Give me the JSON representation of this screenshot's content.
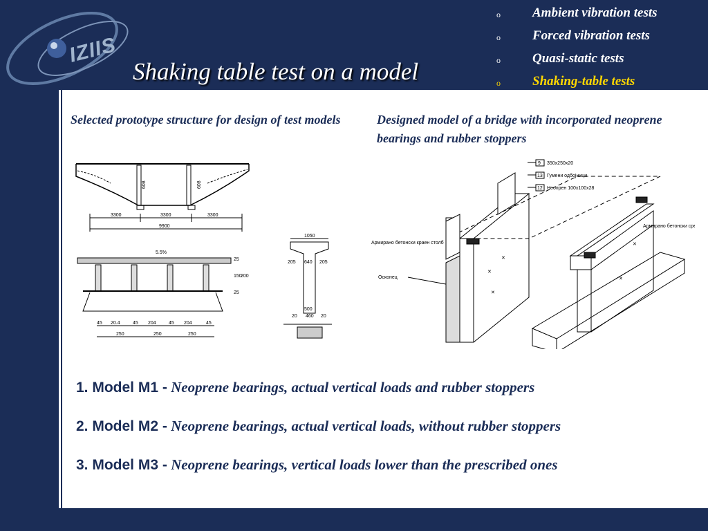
{
  "header": {
    "logo_text": "IZIIS",
    "title": "Shaking table test on a model"
  },
  "nav": {
    "bullet": "o",
    "items": [
      {
        "label": "Ambient vibration tests"
      },
      {
        "label": "Forced vibration tests"
      },
      {
        "label": "Quasi-static tests"
      },
      {
        "label": "Shaking-table tests"
      }
    ]
  },
  "captions": {
    "left": "Selected prototype structure for design of test models",
    "right": "Designed model of a bridge with incorporated neoprene bearings and rubber stoppers"
  },
  "prototype_drawing": {
    "dims_top": [
      "608",
      "608"
    ],
    "dims_spans": [
      "3300",
      "3300",
      "3300"
    ],
    "dim_total": "9900",
    "slope": "5.5%",
    "dims_bottom": [
      "45",
      "20.4",
      "45",
      "204",
      "45",
      "204",
      "45"
    ],
    "dims_bottom2": [
      "250",
      "250",
      "250"
    ],
    "dims_side": [
      "25",
      "150",
      "200",
      "25"
    ],
    "section_dims": [
      "1050",
      "205",
      "640",
      "205",
      "500",
      "20",
      "460",
      "20"
    ]
  },
  "model_drawing": {
    "legend": [
      {
        "num": "9",
        "text": "350x250x20"
      },
      {
        "num": "13",
        "text": "Гумени одбојници"
      },
      {
        "num": "12",
        "text": "Неопрен 100x100x28"
      }
    ],
    "labels": {
      "left_pier": "Армирано бетонски краен столб",
      "bearing": "Осконец",
      "right_pier": "Армирано бетонски среден столб"
    }
  },
  "models": [
    {
      "label": "1. Model M1 -",
      "desc": "Neoprene bearings, actual vertical loads  and rubber stoppers"
    },
    {
      "label": "2. Model M2 -",
      "desc": "Neoprene bearings, actual vertical loads, without rubber stoppers"
    },
    {
      "label": "3. Model M3 -",
      "desc": "Neoprene bearings, vertical loads lower than the prescribed ones"
    }
  ]
}
